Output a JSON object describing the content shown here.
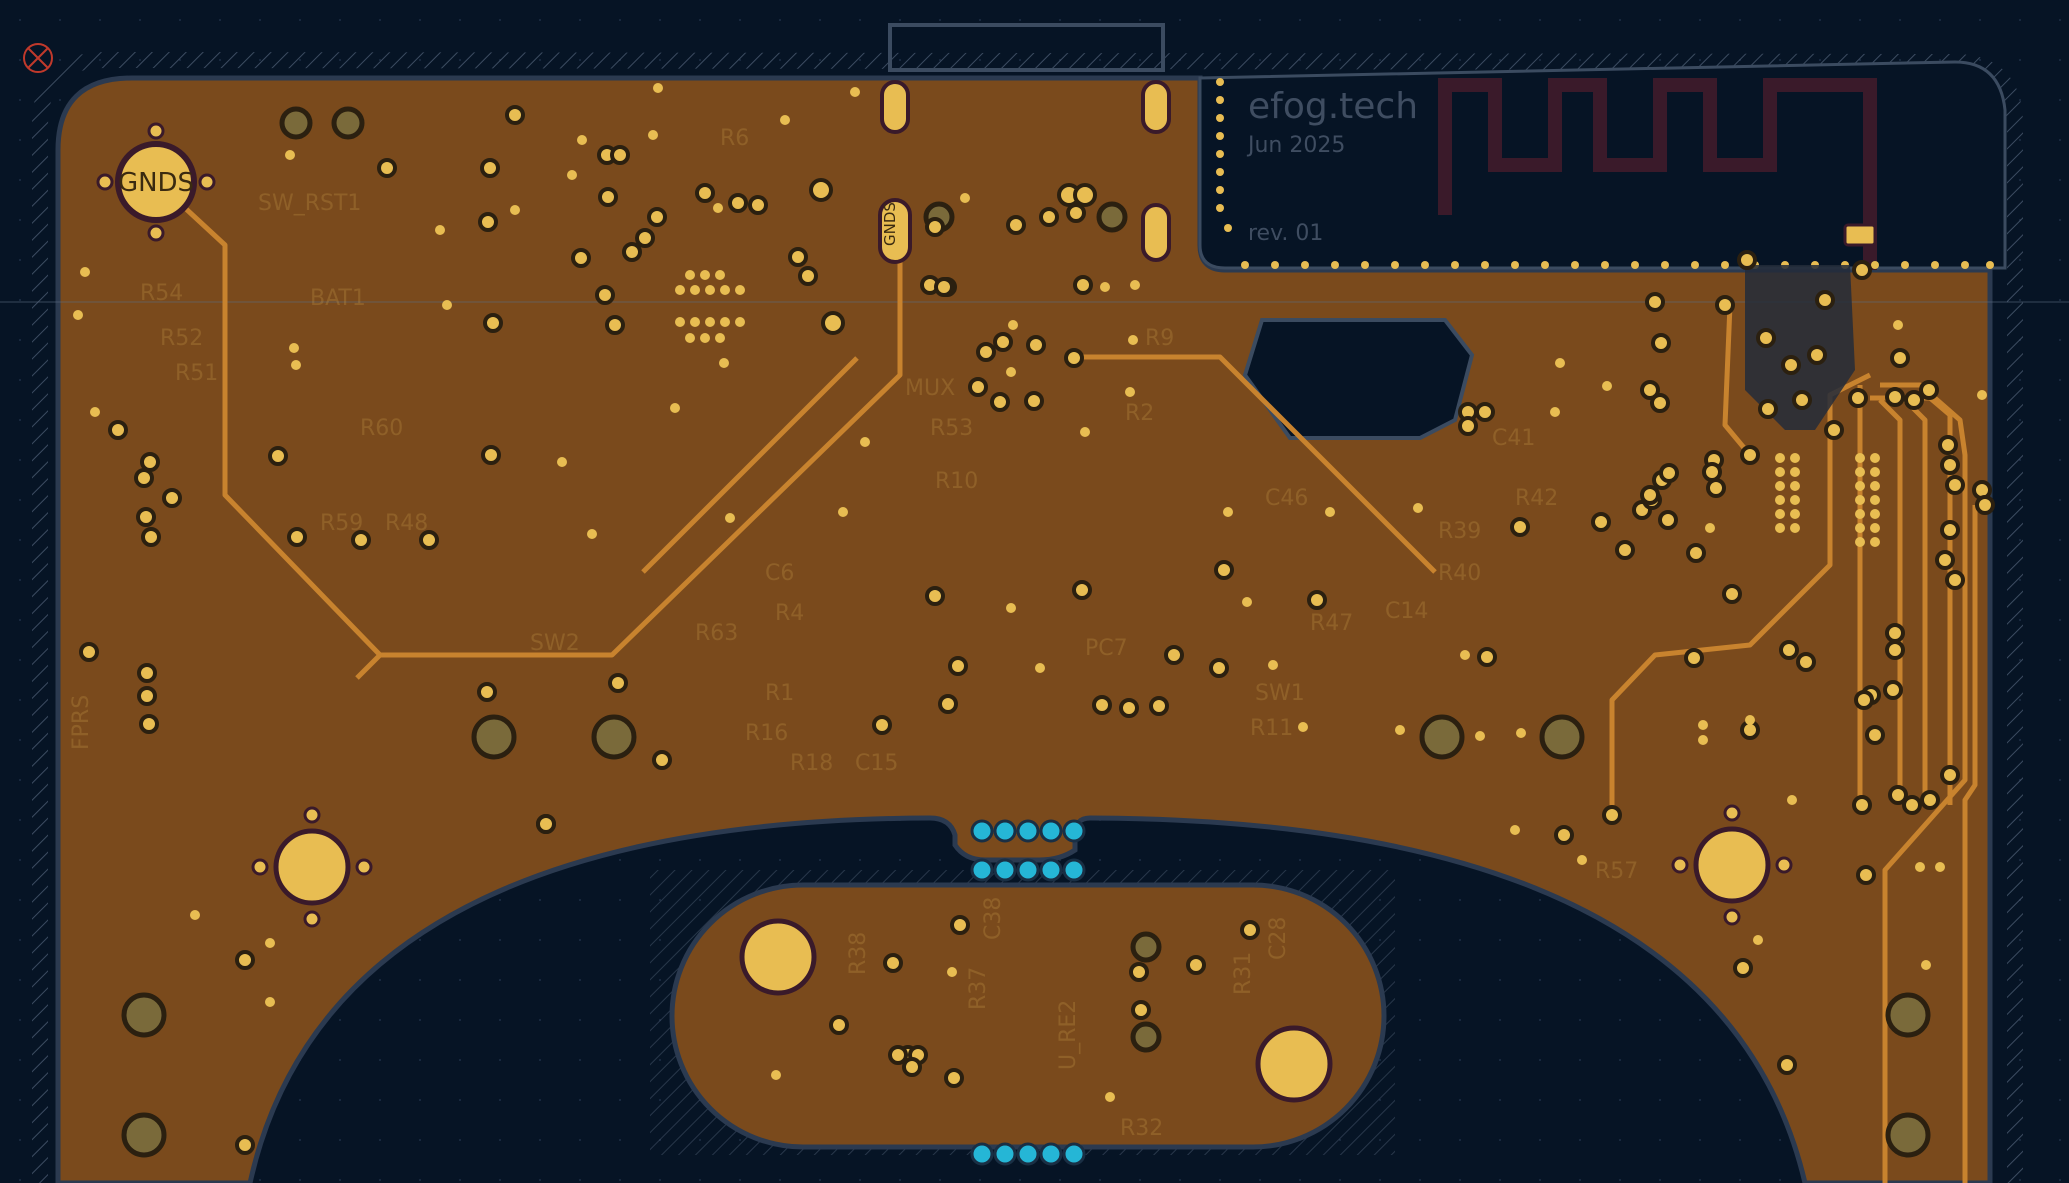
{
  "board": {
    "brand": "efog.tech",
    "date": "Jun 2025",
    "revision": "rev. 01",
    "gnd_label": "GNDS",
    "colors": {
      "background": "#061425",
      "copper": "#7a4a1c",
      "trace": "#c8832e",
      "pad": "#e8bd52",
      "outline": "#3b4b60",
      "via_blue": "#25b6d6"
    }
  },
  "silkscreen": [
    "SW_RST1",
    "BAT1",
    "R54",
    "R52",
    "R51",
    "R6",
    "R60",
    "R59",
    "R48",
    "R53",
    "R10",
    "R63",
    "R4",
    "R1",
    "R16",
    "R18",
    "C15",
    "C6",
    "R9",
    "R2",
    "R39",
    "R40",
    "C46",
    "R42",
    "C41",
    "C14",
    "R47",
    "PC7",
    "SW1",
    "R11",
    "SW2",
    "MUX",
    "R38",
    "R37",
    "C38",
    "U_RE2",
    "R31",
    "C28",
    "R32",
    "FPRS",
    "R57"
  ]
}
